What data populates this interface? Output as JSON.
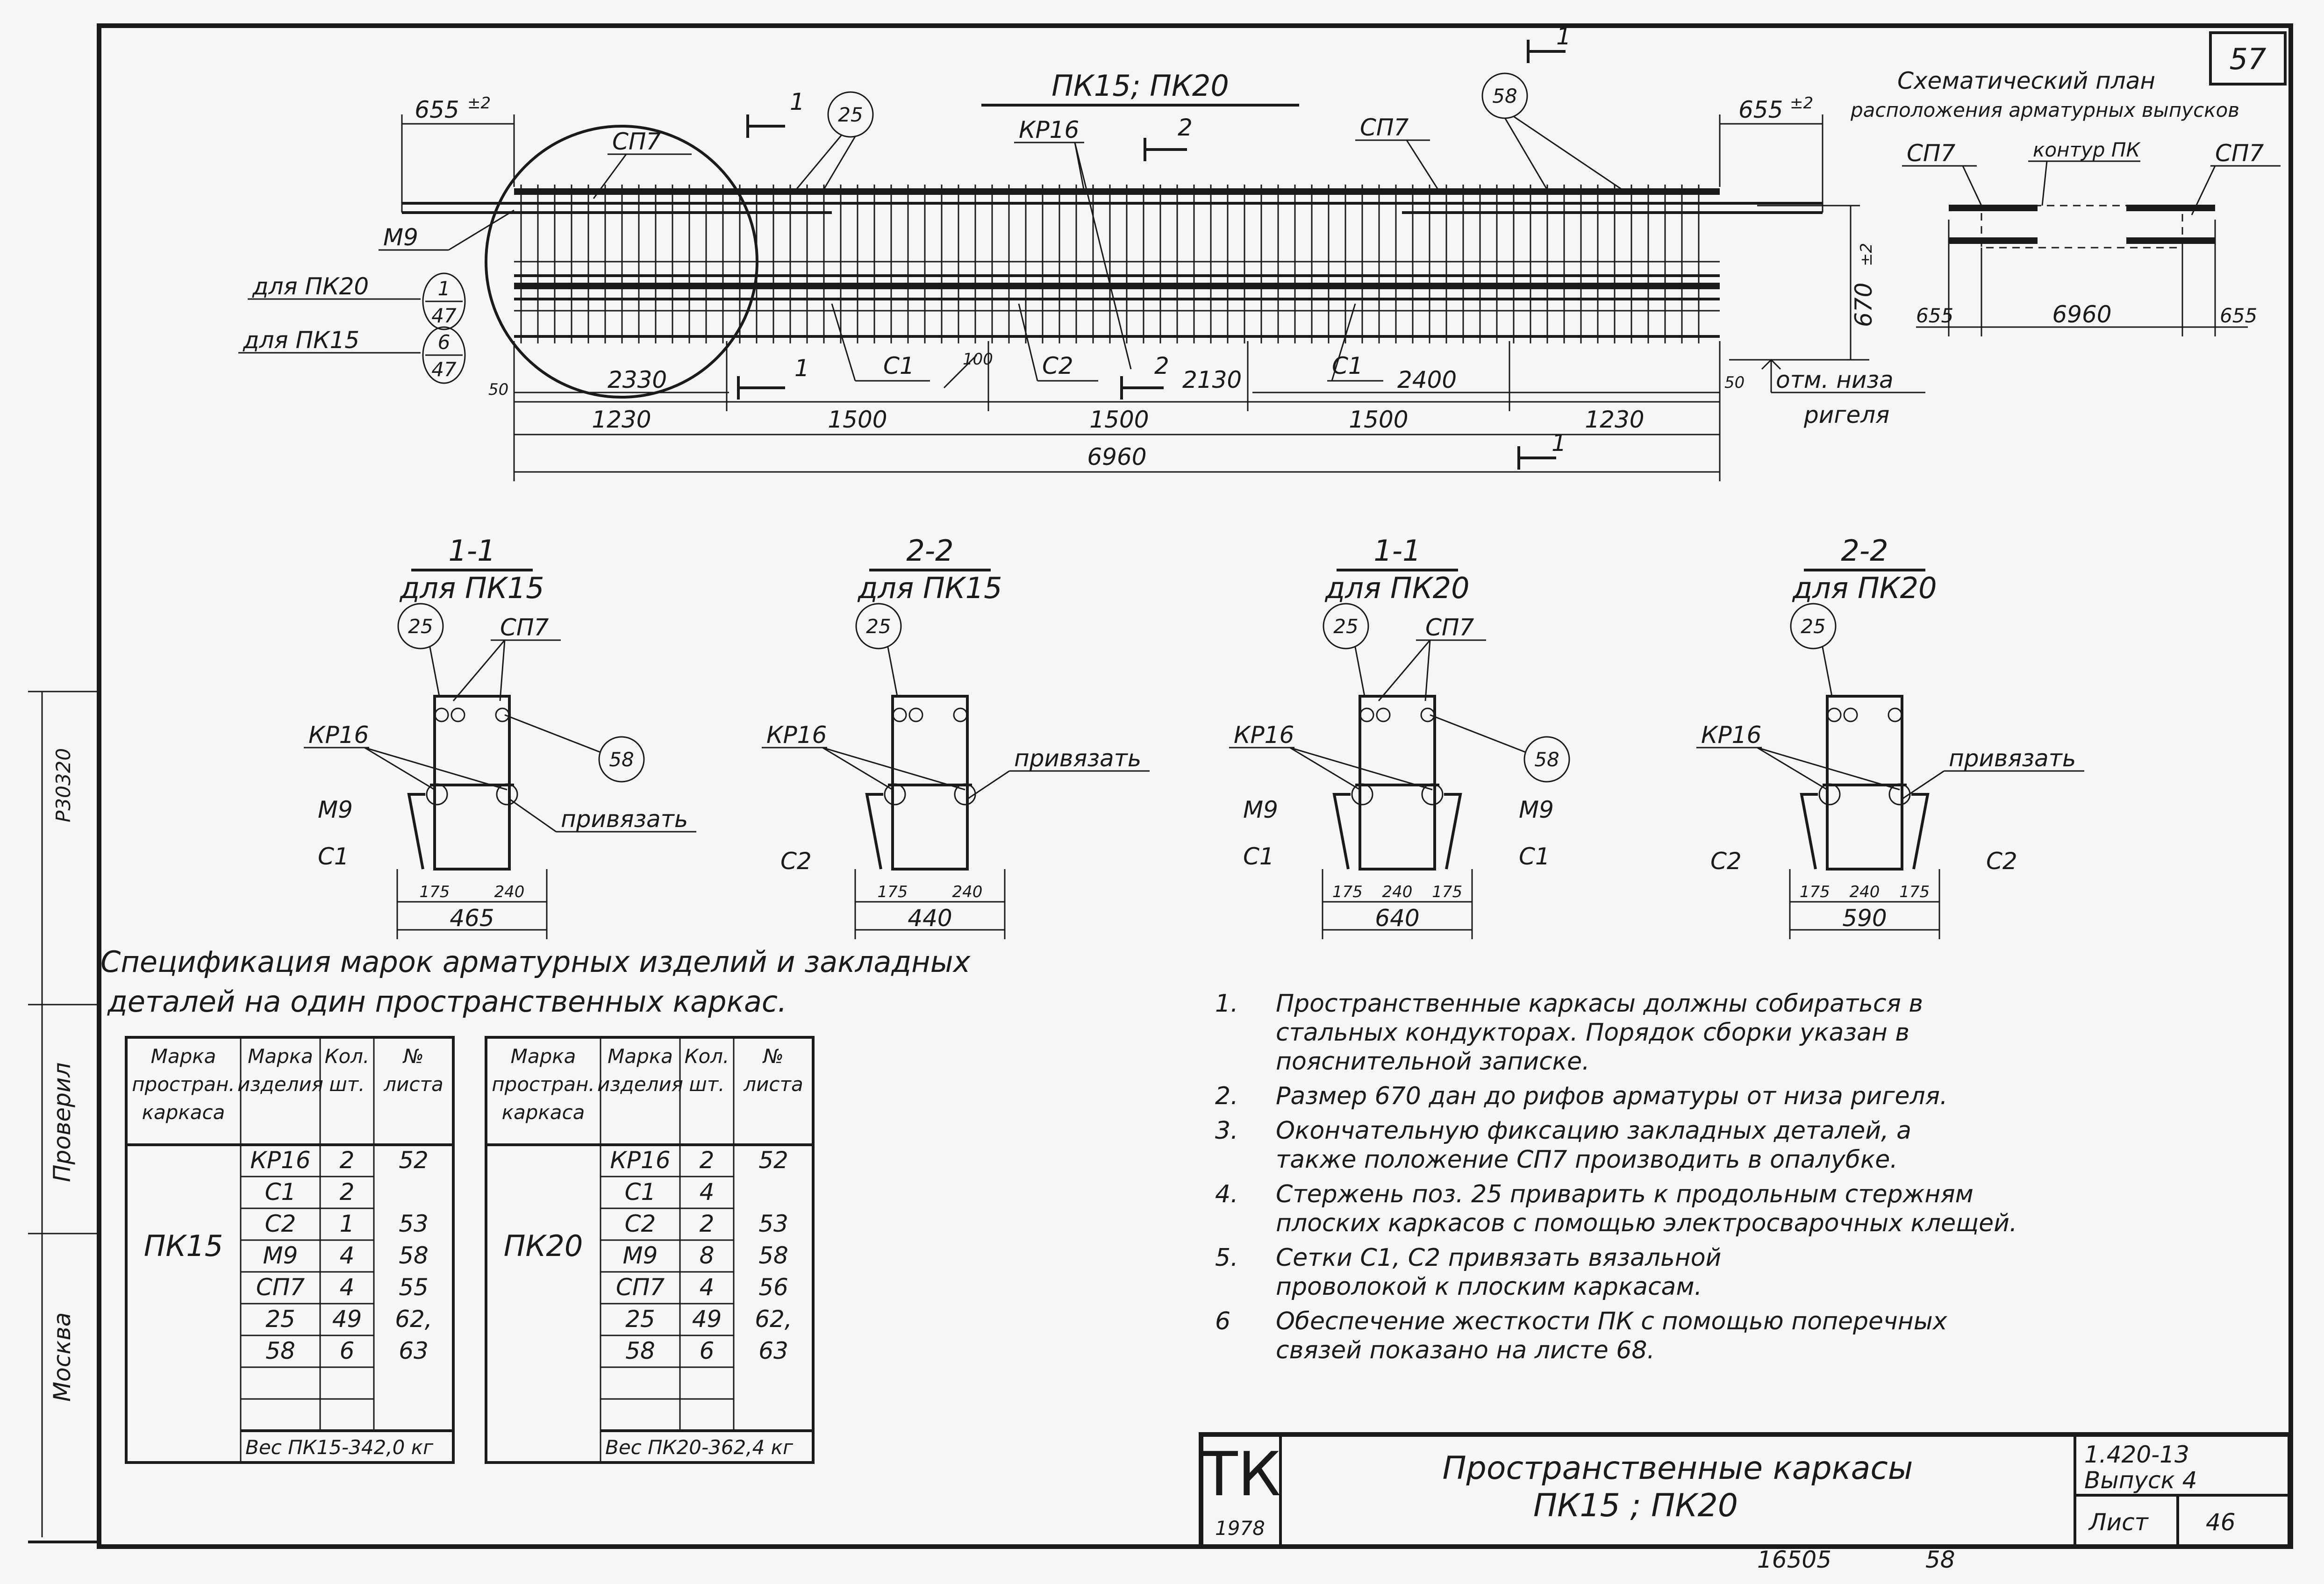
{
  "sheet": {
    "number": "57",
    "title": "ПК15; ПК20",
    "bottom_stamp_left": "16505",
    "bottom_stamp_right": "58"
  },
  "plan": {
    "title_line1": "Схематический план",
    "title_line2": "расположения арматурных выпусков",
    "label_left": "СП7",
    "label_right": "СП7",
    "label_contour": "контур ПК",
    "dim_left": "655",
    "dim_mid": "6960",
    "dim_right": "655"
  },
  "elevation": {
    "top_dim_left": "655",
    "top_dim_right": "655",
    "tol": "±2",
    "height_dim": "670",
    "labels": {
      "sp7_left": "СП7",
      "sp7_right": "СП7",
      "kr16": "КР16",
      "m9": "М9",
      "for_pk20": "для ПК20",
      "for_pk15": "для ПК15",
      "c1_left": "С1",
      "c2": "С2",
      "c1_right": "С1",
      "bottom_mark_line1": "отм. низа",
      "bottom_mark_line2": "ригеля"
    },
    "callouts": {
      "c25": "25",
      "c58": "58",
      "ref1_top": "1",
      "ref1_bottom": "47",
      "ref2_top": "6",
      "ref2_bottom": "47"
    },
    "section_marks": {
      "s1": "1",
      "s2": "2"
    },
    "inner_dims": {
      "d2330": "2330",
      "d100": "100",
      "d2130": "2130",
      "d2400": "2400",
      "d50_left": "50",
      "d50_right": "50"
    },
    "chain_dims": [
      "1230",
      "1500",
      "1500",
      "1500",
      "1230"
    ],
    "overall_dim": "6960"
  },
  "sections": [
    {
      "title": "1-1",
      "subtitle": "для ПК15",
      "callout": "25",
      "callout_58": "58",
      "labels": {
        "sp7": "СП7",
        "kr16": "КР16",
        "m9": "М9",
        "c1": "С1",
        "tie": "привязать"
      },
      "dims_inner": [
        "175",
        "240"
      ],
      "dim_total": "465"
    },
    {
      "title": "2-2",
      "subtitle": "для ПК15",
      "callout": "25",
      "labels": {
        "kr16": "КР16",
        "c2": "С2",
        "tie": "привязать"
      },
      "dims_inner": [
        "175",
        "240"
      ],
      "dim_total": "440"
    },
    {
      "title": "1-1",
      "subtitle": "для ПК20",
      "callout": "25",
      "callout_58": "58",
      "labels": {
        "sp7": "СП7",
        "kr16": "КР16",
        "m9_left": "М9",
        "m9_right": "М9",
        "c1_left": "С1",
        "c1_right": "С1"
      },
      "dims_inner": [
        "175",
        "240",
        "175"
      ],
      "dim_total": "640"
    },
    {
      "title": "2-2",
      "subtitle": "для ПК20",
      "callout": "25",
      "labels": {
        "kr16": "КР16",
        "tie": "привязать",
        "c2_left": "С2",
        "c2_right": "С2"
      },
      "dims_inner": [
        "175",
        "240",
        "175"
      ],
      "dim_total": "590"
    }
  ],
  "spec": {
    "title_line1": "Спецификация марок арматурных изделий и закладных",
    "title_line2": "деталей на один пространственных каркас.",
    "headers": [
      "Марка простран. каркаса",
      "Марка изделия",
      "Кол. шт.",
      "№ листа"
    ],
    "header_lines": [
      [
        "Марка",
        "простран.",
        "каркаса"
      ],
      [
        "Марка",
        "изделия"
      ],
      [
        "Кол.",
        "шт."
      ],
      [
        "№",
        "листа"
      ]
    ],
    "tables": [
      {
        "mark": "ПК15",
        "rows": [
          [
            "КР16",
            "2",
            "52"
          ],
          [
            "С1",
            "2",
            ""
          ],
          [
            "С2",
            "1",
            "53"
          ],
          [
            "М9",
            "4",
            "58"
          ],
          [
            "СП7",
            "4",
            "55"
          ],
          [
            "25",
            "49",
            "62,"
          ],
          [
            "58",
            "6",
            "63"
          ],
          [
            "",
            "",
            ""
          ],
          [
            "",
            "",
            ""
          ]
        ],
        "weight": "Вес ПК15-342,0 кг"
      },
      {
        "mark": "ПК20",
        "rows": [
          [
            "КР16",
            "2",
            "52"
          ],
          [
            "С1",
            "4",
            ""
          ],
          [
            "С2",
            "2",
            "53"
          ],
          [
            "М9",
            "8",
            "58"
          ],
          [
            "СП7",
            "4",
            "56"
          ],
          [
            "25",
            "49",
            "62,"
          ],
          [
            "58",
            "6",
            "63"
          ],
          [
            "",
            "",
            ""
          ],
          [
            "",
            "",
            ""
          ]
        ],
        "weight": "Вес ПК20-362,4 кг"
      }
    ]
  },
  "notes": [
    {
      "num": "1.",
      "lines": [
        "Пространственные каркасы должны собираться в",
        "стальных кондукторах. Порядок сборки указан в",
        "пояснительной записке."
      ]
    },
    {
      "num": "2.",
      "lines": [
        "Размер 670 дан до рифов арматуры от низа ригеля."
      ]
    },
    {
      "num": "3.",
      "lines": [
        "Окончательную фиксацию закладных деталей, а",
        "также положение СП7 производить в опалубке."
      ]
    },
    {
      "num": "4.",
      "lines": [
        "Стержень поз. 25 приварить к продольным стержням",
        "плоских каркасов с помощью электросварочных клещей."
      ]
    },
    {
      "num": "5.",
      "lines": [
        "Сетки С1, С2                    привязать вязальной",
        "проволокой к плоским каркасам."
      ]
    },
    {
      "num": "6",
      "lines": [
        "Обеспечение жесткости ПК с помощью поперечных",
        "связей показано на листе 68."
      ]
    }
  ],
  "title_block": {
    "logo": "ТК",
    "year": "1978",
    "title_line1": "Пространственные каркасы",
    "title_line2": "ПК15 ; ПК20",
    "code": "1.420-13",
    "issue": "Выпуск 4",
    "sheet_label": "Лист",
    "sheet_number": "46"
  },
  "side_stamp": {
    "city": "Москва",
    "checked": "Проверил",
    "number": "Р30320"
  }
}
